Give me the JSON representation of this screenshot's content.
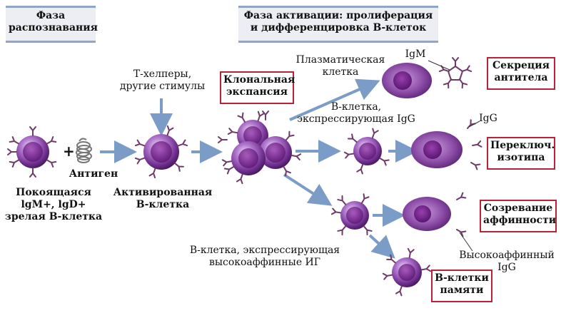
{
  "headers": {
    "recognition": "Фаза распознавания",
    "activation_line1": "Фаза активации: пролиферация",
    "activation_line2": "и дифференцировка В-клеток"
  },
  "labels": {
    "t_helpers_1": "Т-хелперы,",
    "t_helpers_2": "другие стимулы",
    "antigen": "Антиген",
    "resting_1": "Покоящаяся",
    "resting_2": "lgM+, lgD+",
    "resting_3": "зрелая В-клетка",
    "activated_1": "Активированная",
    "activated_2": "В-клетка",
    "plasma_1": "Плазматическая",
    "plasma_2": "клетка",
    "igm": "IgM",
    "igg_cell_1": "В-клетка,",
    "igg_cell_2": "экспрессирующая IgG",
    "igg": "IgG",
    "high_aff_cell_1": "В-клетка, экспрессирующая",
    "high_aff_cell_2": "высокоаффинные ИГ",
    "high_aff_igg_1": "Высокоаффинный",
    "high_aff_igg_2": "IgG"
  },
  "boxes": {
    "clonal_1": "Клональная",
    "clonal_2": "экспансия",
    "secretion_1": "Секреция",
    "secretion_2": "антитела",
    "switch_1": "Переключ.",
    "switch_2": "изотипа",
    "maturation_1": "Созревание",
    "maturation_2": "аффинности",
    "memory_1": "В-клетки",
    "memory_2": "памяти"
  },
  "colors": {
    "header_bg": "#eceef3",
    "header_border": "#8fa6c4",
    "box_border": "#b8233a",
    "arrow": "#7a9cc6",
    "cell": "#7b3a96",
    "receptor": "#6e3a6a"
  }
}
